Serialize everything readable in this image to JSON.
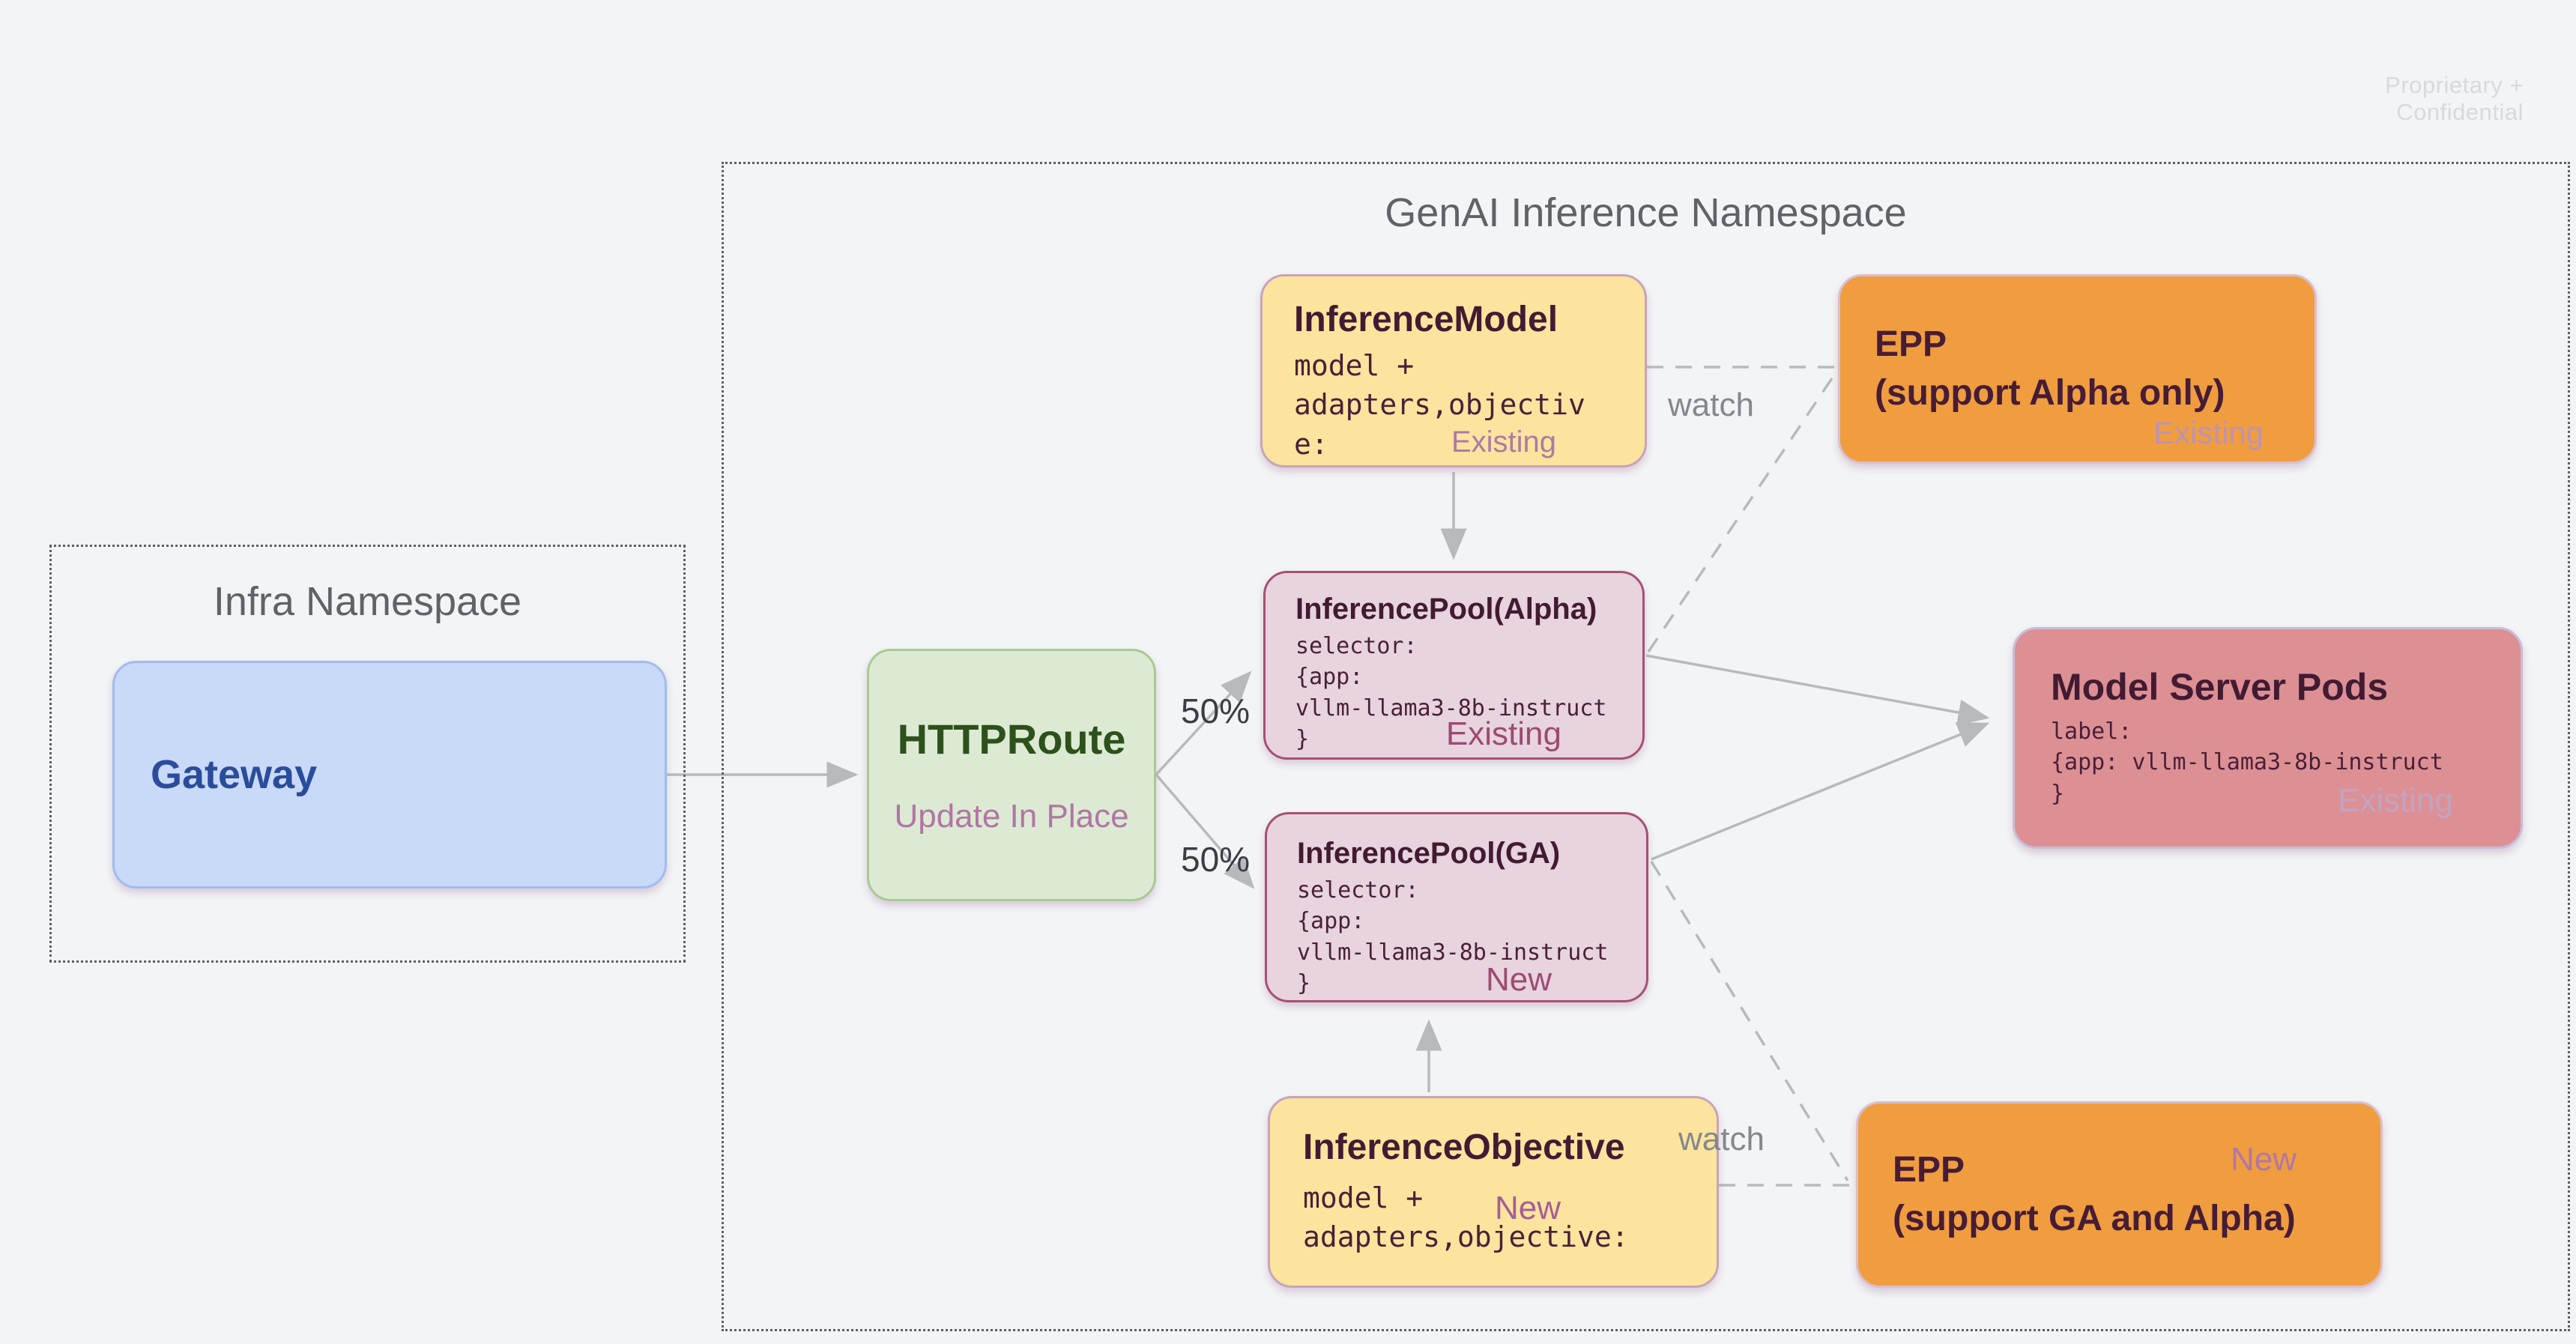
{
  "page": {
    "watermark": "Proprietary + Confidential"
  },
  "namespaces": {
    "infra": {
      "title": "Infra Namespace"
    },
    "genai": {
      "title": "GenAI Inference Namespace"
    }
  },
  "nodes": {
    "gateway": {
      "title": "Gateway"
    },
    "httproute": {
      "title": "HTTPRoute",
      "subtitle": "Update In Place"
    },
    "inference_model": {
      "title": "InferenceModel",
      "code": "model +\nadapters,objective:",
      "badge": "Existing"
    },
    "epp_alpha": {
      "title_line1": "EPP",
      "title_line2": "(support Alpha only)",
      "badge": "Existing"
    },
    "pool_alpha": {
      "title": "InferencePool(Alpha)",
      "code": "selector:\n{app:\nvllm-llama3-8b-instruct\n}",
      "badge": "Existing"
    },
    "pool_ga": {
      "title": "InferencePool(GA)",
      "code": "selector:\n{app:\nvllm-llama3-8b-instruct\n}",
      "badge": "New"
    },
    "model_server_pods": {
      "title": "Model Server Pods",
      "code": "label:\n{app: vllm-llama3-8b-instruct\n}",
      "badge": "Existing"
    },
    "inference_objective": {
      "title": "InferenceObjective",
      "code": "model +\nadapters,objective:",
      "badge": "New"
    },
    "epp_ga": {
      "title_line1": "EPP",
      "title_line2": "(support GA and Alpha)",
      "badge": "New"
    }
  },
  "edges": {
    "split_top_label": "50%",
    "split_bottom_label": "50%",
    "watch_top_label": "watch",
    "watch_bottom_label": "watch"
  },
  "colors": {
    "background": "#f2f4f6",
    "connector_gray": "#b7babd",
    "gateway_fill": "#c9d9f8",
    "httproute_fill": "#dcead3",
    "crd_yellow_fill": "#fce49e",
    "pool_fill": "#e7d4de",
    "epp_fill": "#f09d40",
    "model_server_fill": "#dc9094",
    "dark_maroon_text": "#421b33",
    "mauve_accent": "#9d4a73"
  }
}
